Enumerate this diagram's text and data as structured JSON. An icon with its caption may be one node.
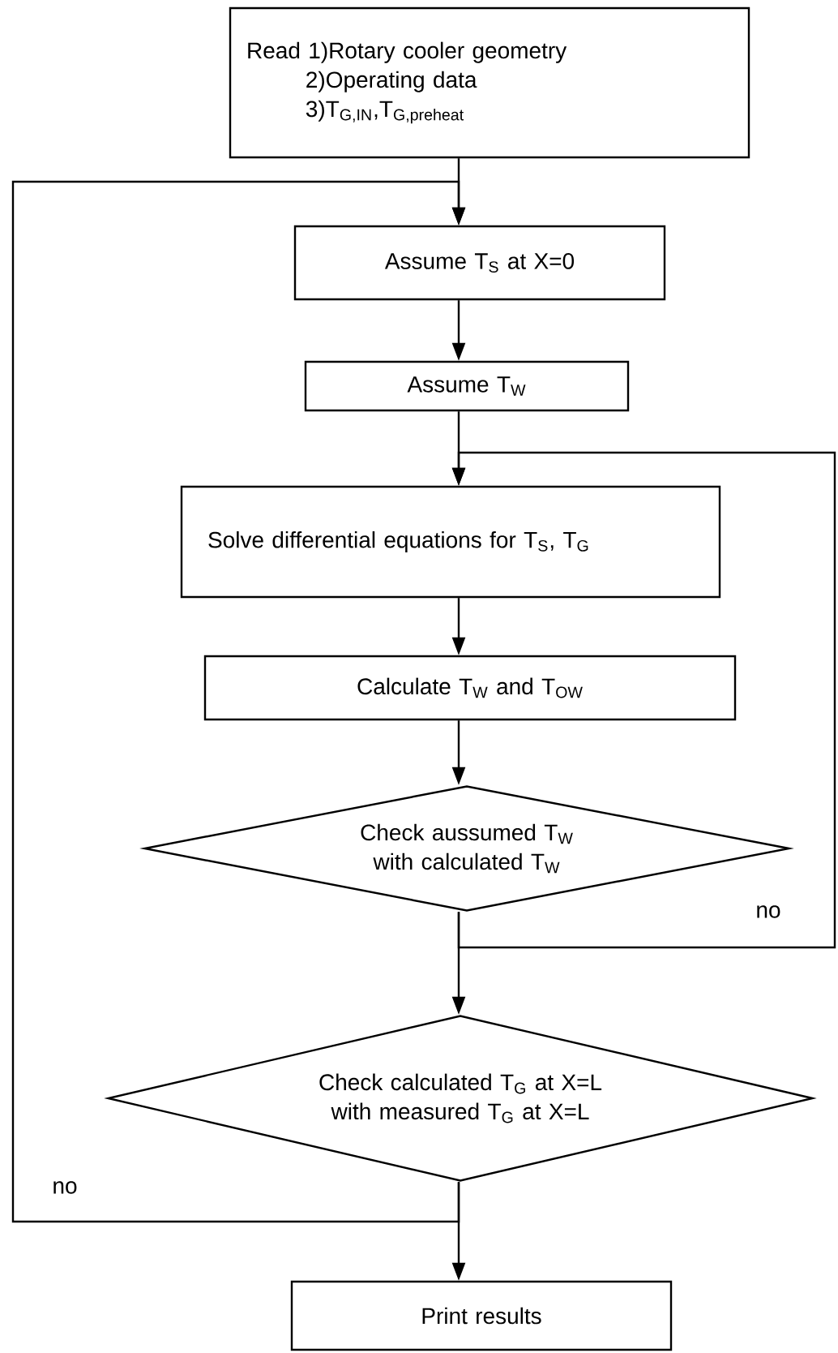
{
  "diagram": {
    "nodes": [
      {
        "text": [
          "Read 1)Rotary cooler geometry",
          "2)Operating data",
          "3)T$_{G,IN}$,T$_{G,preheat}$"
        ]
      },
      {
        "text": [
          "Assume T$_{S}$ at X=0"
        ]
      },
      {
        "text": [
          "Assume T$_{W}$"
        ]
      },
      {
        "text": [
          "Solve differential equations for T$_{S}$, T$_{G}$"
        ]
      },
      {
        "text": [
          "Calculate T$_{W}$ and T$_{OW}$"
        ]
      },
      {
        "text": [
          "Check aussumed T$_{W}$ with calculated T$_{W}$"
        ]
      },
      {
        "text": [
          "Check calculated T$_{G}$ at X=L with measured T$_{G}$ at X=L"
        ]
      },
      {
        "text": [
          "Print results"
        ]
      }
    ],
    "edges": [
      {
        "from": 0,
        "to": 1,
        "arrow": "to"
      },
      {
        "from": 1,
        "to": 2,
        "arrow": "to"
      },
      {
        "from": 2,
        "to": 3,
        "arrow": "to"
      },
      {
        "from": 3,
        "to": 4,
        "arrow": "to"
      },
      {
        "from": 4,
        "to": 5,
        "arrow": "to"
      },
      {
        "from": 5,
        "to": 6,
        "arrow": "to"
      },
      {
        "from": 5,
        "to": 3,
        "arrow": "to",
        "label": "no"
      },
      {
        "from": 6,
        "to": 1,
        "arrow": "to",
        "label": "no"
      },
      {
        "from": 6,
        "to": 7,
        "arrow": "to"
      }
    ]
  }
}
